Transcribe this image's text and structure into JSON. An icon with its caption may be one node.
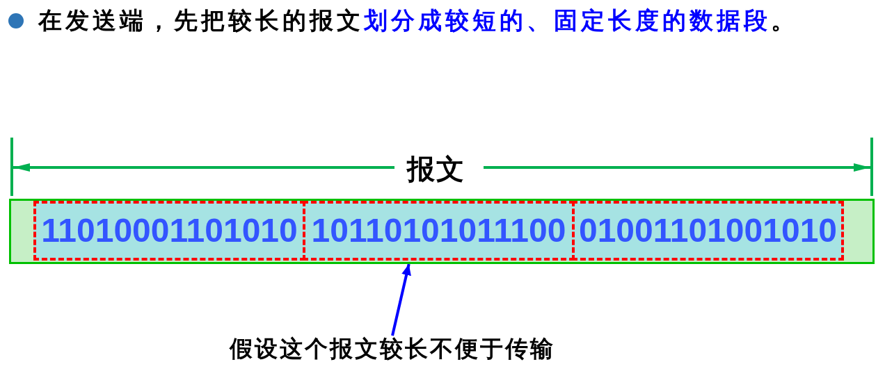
{
  "diagram": {
    "title": "在发送端，先把较长的报文**划分成较短的、固定长度的数据段**。",
    "nodes": [
      {
        "text": [],
        "shape": "bar"
      },
      {
        "text": [
          "11010001101010"
        ],
        "in": 0
      },
      {
        "text": [
          "10110101011100"
        ],
        "in": 0
      },
      {
        "text": [
          "01001101001010"
        ],
        "in": 0
      },
      {
        "text": [
          "假设这个报文较长不便于传输"
        ]
      }
    ],
    "edges": [
      {
        "from": 4,
        "to": 0,
        "arrow": "to"
      }
    ],
    "labels": [
      "报文"
    ]
  }
}
